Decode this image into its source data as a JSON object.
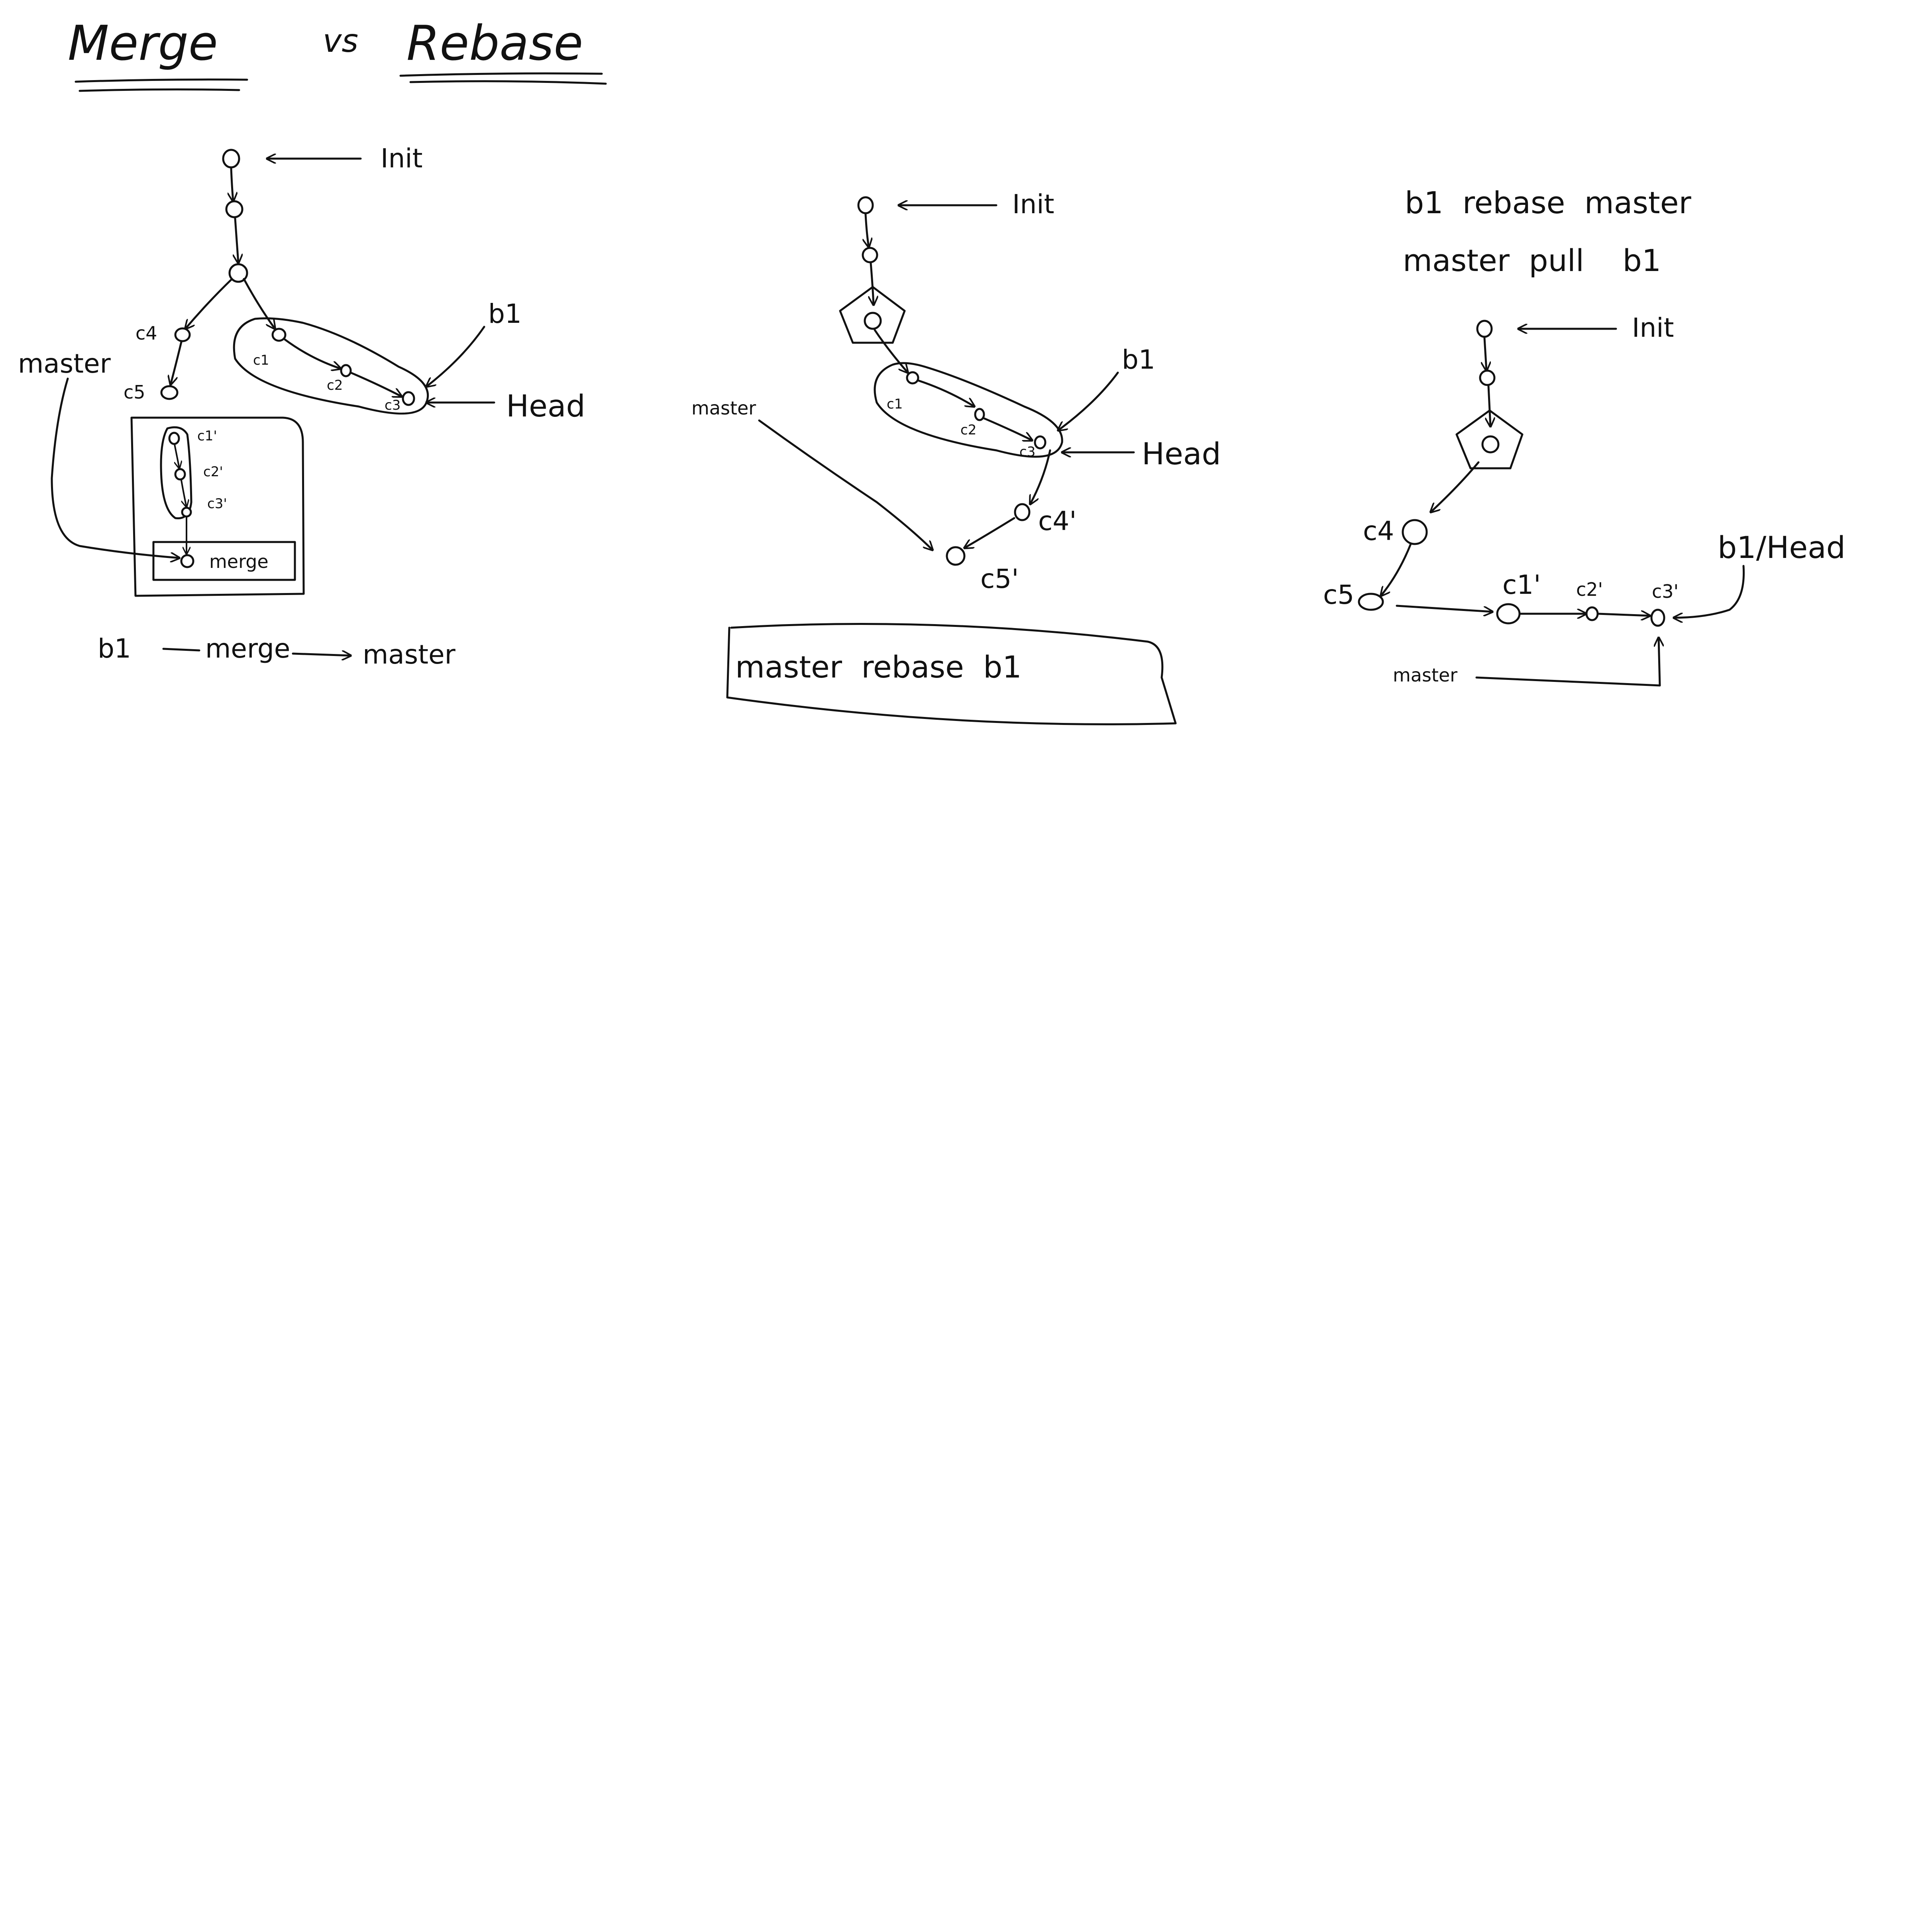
{
  "title": {
    "merge": "Merge",
    "vs": "vs",
    "rebase": "Rebase"
  },
  "panel_merge": {
    "init": "Init",
    "b1": "b1",
    "head": "Head",
    "master": "master",
    "c1": "c1",
    "c2": "c2",
    "c3": "c3",
    "c4": "c4",
    "c5": "c5",
    "c1p": "c1'",
    "c2p": "c2'",
    "c3p": "c3'",
    "merge_box": "merge",
    "caption_b1": "b1",
    "caption_merge": "merge",
    "caption_master": "master"
  },
  "panel_rebase": {
    "init": "Init",
    "b1": "b1",
    "head": "Head",
    "master": "master",
    "c1": "c1",
    "c2": "c2",
    "c3": "c3",
    "c4p": "c4'",
    "c5p": "c5'",
    "caption": "master  rebase  b1"
  },
  "panel_rebase_master": {
    "line1": "b1  rebase  master",
    "line2": "master  pull    b1",
    "init": "Init",
    "c4": "c4",
    "c5": "c5",
    "c1p": "c1'",
    "c2p": "c2'",
    "c3p": "c3'",
    "b1_head": "b1/Head",
    "master": "master"
  }
}
